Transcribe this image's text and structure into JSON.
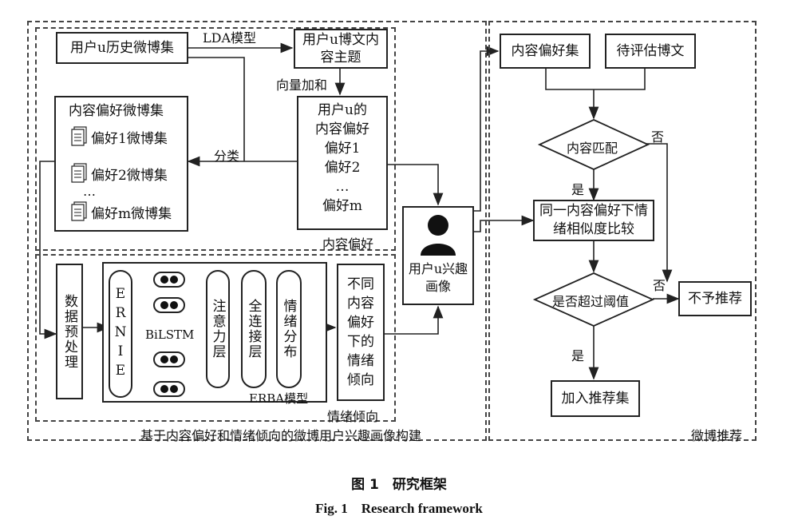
{
  "nodes": {
    "history": "用户u历史微博集",
    "topic": "用户u博文内容主题",
    "pref_set_title": "内容偏好微博集",
    "pref_items": [
      "偏好1微博集",
      "偏好2微博集",
      "…",
      "偏好m微博集"
    ],
    "user_pref": [
      "用户u的",
      "内容偏好",
      "偏好1",
      "偏好2",
      "…",
      "偏好m"
    ],
    "content_pref_label": "内容偏好",
    "portrait": "用户u兴趣画像",
    "preprocess": "数据预处理",
    "ernie": "ERNIE",
    "bilstm": "BiLSTM",
    "attention": "注意力层",
    "fc": "全连接层",
    "emotion_dist": "情绪分布",
    "erba": "ERBA模型",
    "emotion_tendency": "不同内容偏好下的情绪倾向",
    "emotion_label": "情绪倾向",
    "left_group_label": "基于内容偏好和情绪倾向的微博用户兴趣画像构建",
    "pref_collection": "内容偏好集",
    "eval_posts": "待评估博文",
    "content_match": "内容匹配",
    "similarity": "同一内容偏好下情绪相似度比较",
    "threshold": "是否超过阈值",
    "not_recommend": "不予推荐",
    "add_set": "加入推荐集",
    "weibo_rec": "微博推荐"
  },
  "edges": {
    "lda": "LDA模型",
    "vector_sum": "向量加和",
    "classify": "分类",
    "yes1": "是",
    "no1": "否",
    "yes2": "是",
    "no2": "否"
  },
  "caption": {
    "cn": "图 1　研究框架",
    "en": "Fig. 1　Research framework"
  }
}
